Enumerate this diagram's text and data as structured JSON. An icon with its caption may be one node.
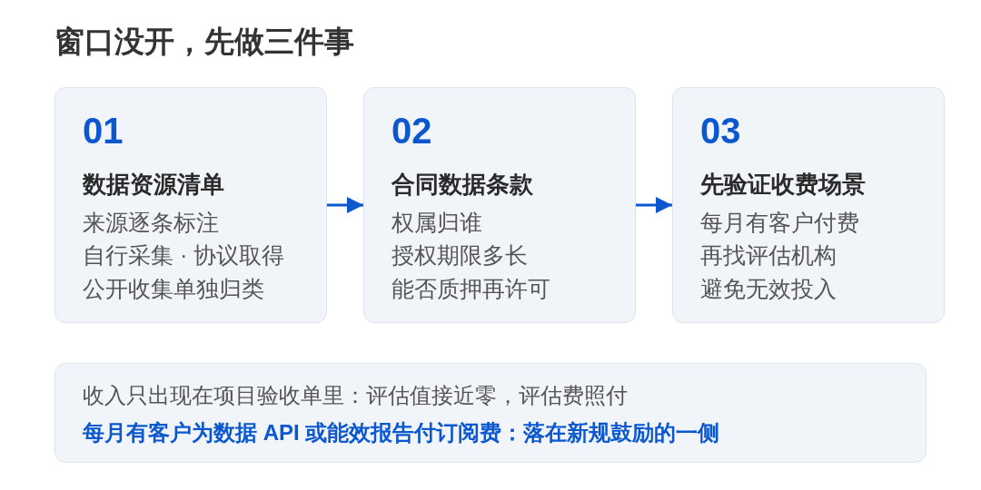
{
  "diagram": {
    "title": "窗口没开，先做三件事",
    "nodes": [
      {
        "text": [
          "01",
          "数据资源清单",
          "来源逐条标注",
          "自行采集 · 协议取得",
          "公开收集单独归类"
        ]
      },
      {
        "text": [
          "02",
          "合同数据条款",
          "权属归谁",
          "授权期限多长",
          "能否质押再许可"
        ]
      },
      {
        "text": [
          "03",
          "先验证收费场景",
          "每月有客户付费",
          "再找评估机构",
          "避免无效投入"
        ]
      },
      {
        "text": [
          "收入只出现在项目验收单里：评估值接近零，评估费照付",
          "每月有客户为数据 API 或能效报告付订阅费：落在新规鼓励的一侧"
        ]
      }
    ],
    "edges": [
      {
        "from": 0,
        "to": 1,
        "arrow": "to"
      },
      {
        "from": 1,
        "to": 2,
        "arrow": "to"
      }
    ]
  }
}
